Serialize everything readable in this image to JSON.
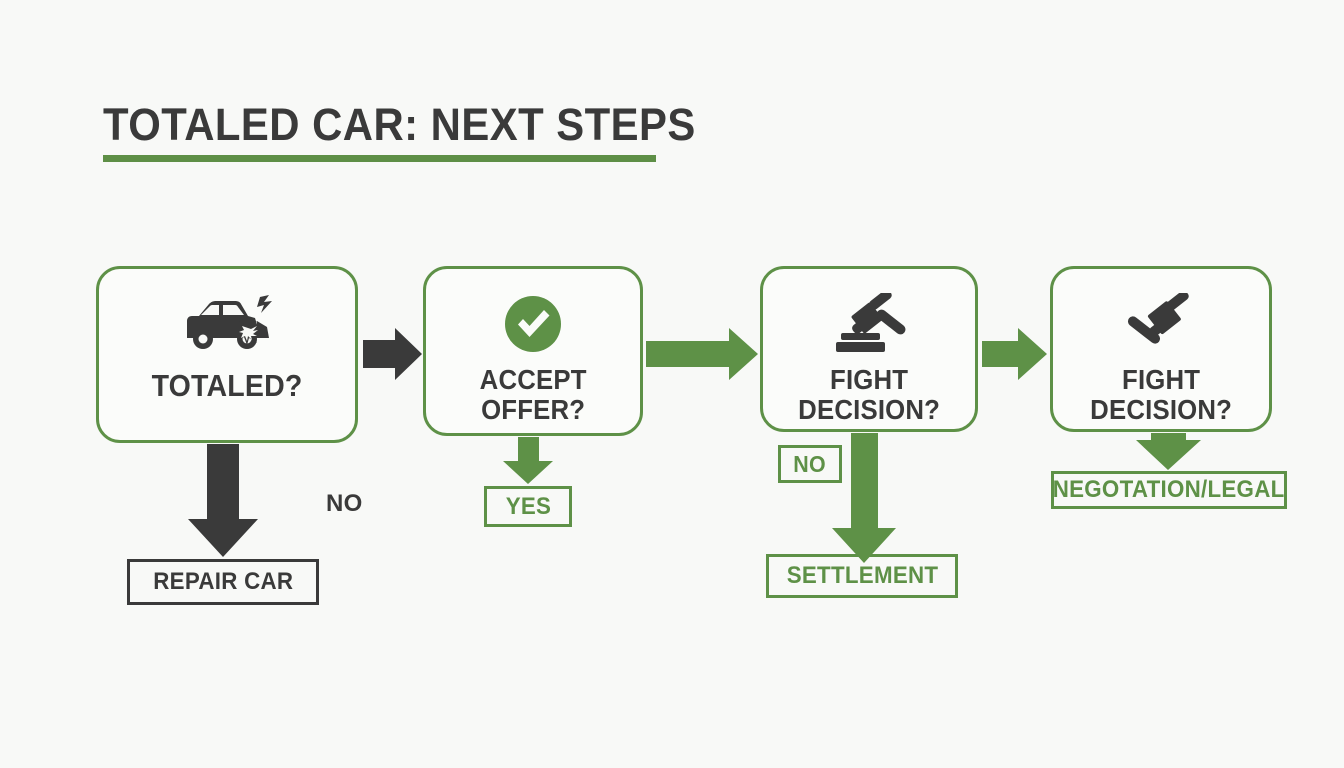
{
  "page": {
    "title": "TOTALED CAR: NEXT STEPS",
    "background_color": "#f8f9f7",
    "accent_green": "#5e9147",
    "dark": "#3a3a3a"
  },
  "diagram": {
    "type": "flowchart",
    "steps": [
      {
        "id": "totaled",
        "label": "TOTALED?",
        "icon": "crashed-car-icon",
        "shape": "rounded-rect",
        "border_color": "#5e9147"
      },
      {
        "id": "accept-offer",
        "label": "ACCEPT\nOFFER?",
        "label_line1": "ACCEPT",
        "label_line2": "OFFER?",
        "icon": "check-circle-icon",
        "shape": "rounded-rect",
        "border_color": "#5e9147"
      },
      {
        "id": "fight-decision-1",
        "label": "FIGHT\nDECISION?",
        "label_line1": "FIGHT",
        "label_line2": "DECISION?",
        "icon": "gavel-with-block-icon",
        "shape": "rounded-rect",
        "border_color": "#5e9147"
      },
      {
        "id": "fight-decision-2",
        "label": "FIGHT\nDECISION?",
        "label_line1": "FIGHT",
        "label_line2": "DECISION?",
        "icon": "gavel-icon",
        "shape": "rounded-rect",
        "border_color": "#5e9147"
      }
    ],
    "outcomes": [
      {
        "id": "repair-car",
        "label": "REPAIR CAR",
        "style": "dark-outline",
        "color": "#3a3a3a"
      },
      {
        "id": "yes",
        "label": "YES",
        "style": "green-outline",
        "color": "#5e9147"
      },
      {
        "id": "no-3",
        "label": "NO",
        "style": "green-outline",
        "color": "#5e9147"
      },
      {
        "id": "settlement",
        "label": "SETTLEMENT",
        "style": "green-outline",
        "color": "#5e9147"
      },
      {
        "id": "neg-legal",
        "label": "NEGOTATION/LEGAL",
        "style": "green-outline",
        "color": "#5e9147"
      }
    ],
    "free_labels": [
      {
        "id": "no-1",
        "label": "NO",
        "color": "#3a3a3a"
      }
    ],
    "connectors": [
      {
        "from": "totaled",
        "to": "accept-offer",
        "direction": "right",
        "color": "#3a3a3a"
      },
      {
        "from": "accept-offer",
        "to": "fight-decision-1",
        "direction": "right",
        "color": "#5e9147"
      },
      {
        "from": "fight-decision-1",
        "to": "fight-decision-2",
        "direction": "right",
        "color": "#5e9147"
      },
      {
        "from": "totaled",
        "to": "repair-car",
        "direction": "down",
        "color": "#3a3a3a"
      },
      {
        "from": "accept-offer",
        "to": "yes",
        "direction": "down",
        "color": "#5e9147"
      },
      {
        "from": "fight-decision-1",
        "to": "settlement",
        "direction": "down",
        "color": "#5e9147"
      },
      {
        "from": "fight-decision-2",
        "to": "neg-legal",
        "direction": "down",
        "color": "#5e9147"
      }
    ]
  }
}
